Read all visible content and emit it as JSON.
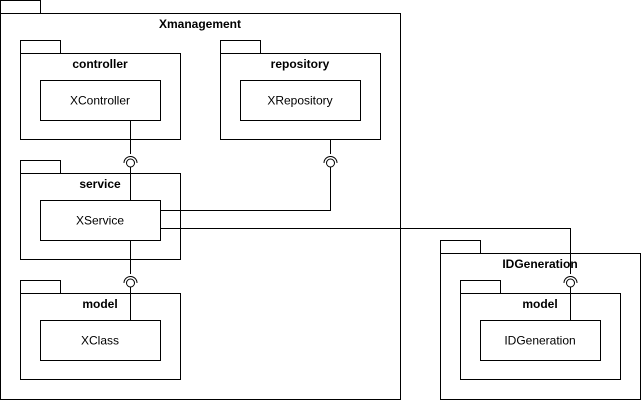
{
  "packages": {
    "xmanagement": {
      "title": "Xmanagement"
    },
    "controller": {
      "title": "controller",
      "component": "XController"
    },
    "repository": {
      "title": "repository",
      "component": "XRepository"
    },
    "service": {
      "title": "service",
      "component": "XService"
    },
    "model": {
      "title": "model",
      "component": "XClass"
    },
    "idgeneration": {
      "title": "IDGeneration"
    },
    "idgen_model": {
      "title": "model",
      "component": "IDGeneration"
    }
  }
}
